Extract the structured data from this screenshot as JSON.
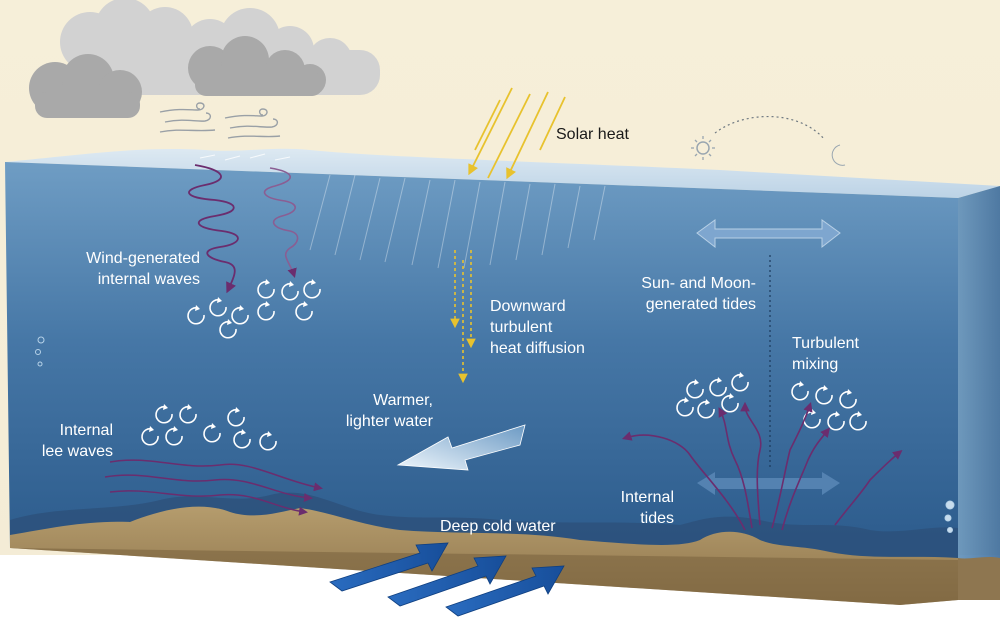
{
  "labels": {
    "solar_heat": "Solar heat",
    "wind_waves": [
      "Wind-generated",
      "internal waves"
    ],
    "downward": [
      "Downward",
      "turbulent",
      "heat diffusion"
    ],
    "tides": [
      "Sun- and Moon-",
      "generated tides"
    ],
    "turbulent_mixing": [
      "Turbulent",
      "mixing"
    ],
    "warmer": [
      "Warmer,",
      "lighter water"
    ],
    "lee_waves": [
      "Internal",
      "lee waves"
    ],
    "internal_tides": [
      "Internal",
      "tides"
    ],
    "deep_cold": "Deep cold water"
  },
  "icons": [
    "cloud-icon",
    "wind-icon",
    "sun-icon",
    "moon-icon",
    "eddy-icon",
    "arrow-icon"
  ],
  "colors": {
    "sky": "#f6efd9",
    "water_top": "#d3e3ef",
    "water_front_top": "#5b8fba",
    "water_front_bottom": "#2b5d8e",
    "sediment": "#a68e62",
    "solar": "#e8c22e",
    "wave": "#6b2d6e",
    "cold_arrow": "#1e5aa8",
    "warm_arrow": "#e8f3fb"
  }
}
